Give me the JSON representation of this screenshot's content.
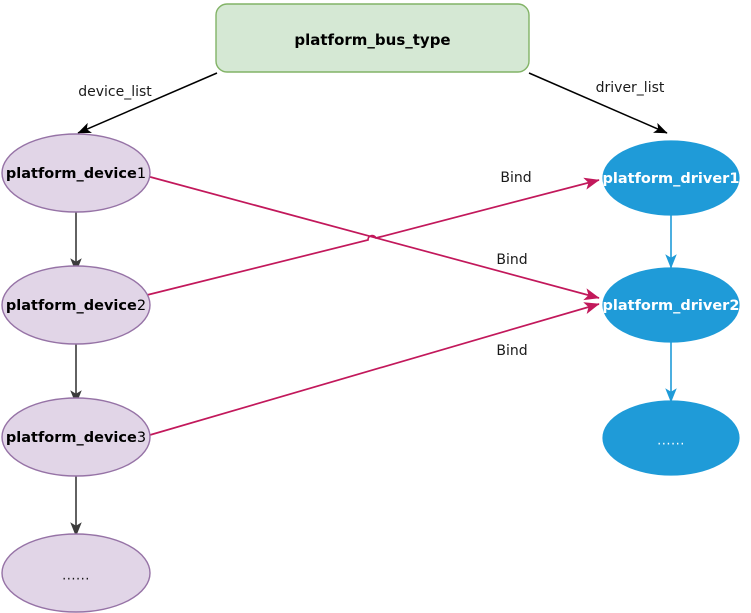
{
  "diagram": {
    "title_node": {
      "label": "platform_bus_type",
      "fill": "#d5e8d4",
      "stroke": "#82b366"
    },
    "colors": {
      "device_fill": "#e1d5e7",
      "device_stroke": "#9673a6",
      "driver_fill": "#1f9bd8",
      "driver_stroke": "#1f9bd8",
      "bind_edge": "#c2185b",
      "chain_device_edge": "#3b3b3b",
      "chain_driver_edge": "#1f9bd8",
      "bus_edge": "#000000",
      "background": "#ffffff"
    },
    "devices": [
      {
        "prefix": "platform_device",
        "suffix": "1"
      },
      {
        "prefix": "platform_device",
        "suffix": "2"
      },
      {
        "prefix": "platform_device",
        "suffix": "3"
      },
      {
        "prefix": "",
        "suffix": "",
        "dots": "......"
      }
    ],
    "drivers": [
      {
        "prefix": "platform_driver",
        "suffix": "1"
      },
      {
        "prefix": "platform_driver",
        "suffix": "2"
      },
      {
        "prefix": "",
        "suffix": "",
        "dots": "......"
      }
    ],
    "edge_labels": {
      "device_list": "device_list",
      "driver_list": "driver_list",
      "bind_1": "Bind",
      "bind_2": "Bind",
      "bind_3": "Bind"
    }
  }
}
